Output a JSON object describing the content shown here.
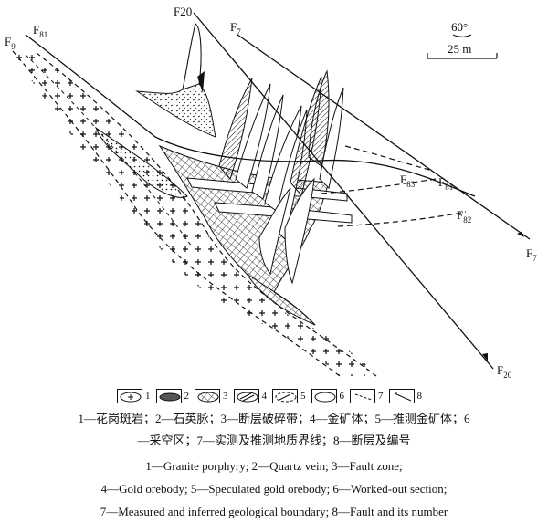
{
  "fault_labels": {
    "f20_top": "F20",
    "f7_top": "F7",
    "f81_left": "F81",
    "f9": "F9",
    "f83": "F83",
    "f81_right": "F81",
    "f82": "F82",
    "f7_right": "F7",
    "f20_bottom": "F20"
  },
  "scale": {
    "dip": "60°",
    "length": "25 m"
  },
  "legend": [
    "1",
    "2",
    "3",
    "4",
    "5",
    "6",
    "7",
    "8"
  ],
  "caption": {
    "zh_line1": "1—花岗斑岩；2—石英脉；3—断层破碎带；4—金矿体；5—推测金矿体；6",
    "zh_line2": "—采空区；7—实测及推测地质界线；8—断层及编号",
    "en_line1": "1—Granite porphyry; 2—Quartz vein; 3—Fault zone;",
    "en_line2": "4—Gold orebody; 5—Speculated gold orebody; 6—Worked-out section;",
    "en_line3": "7—Measured and inferred geological boundary; 8—Fault  and its number"
  }
}
